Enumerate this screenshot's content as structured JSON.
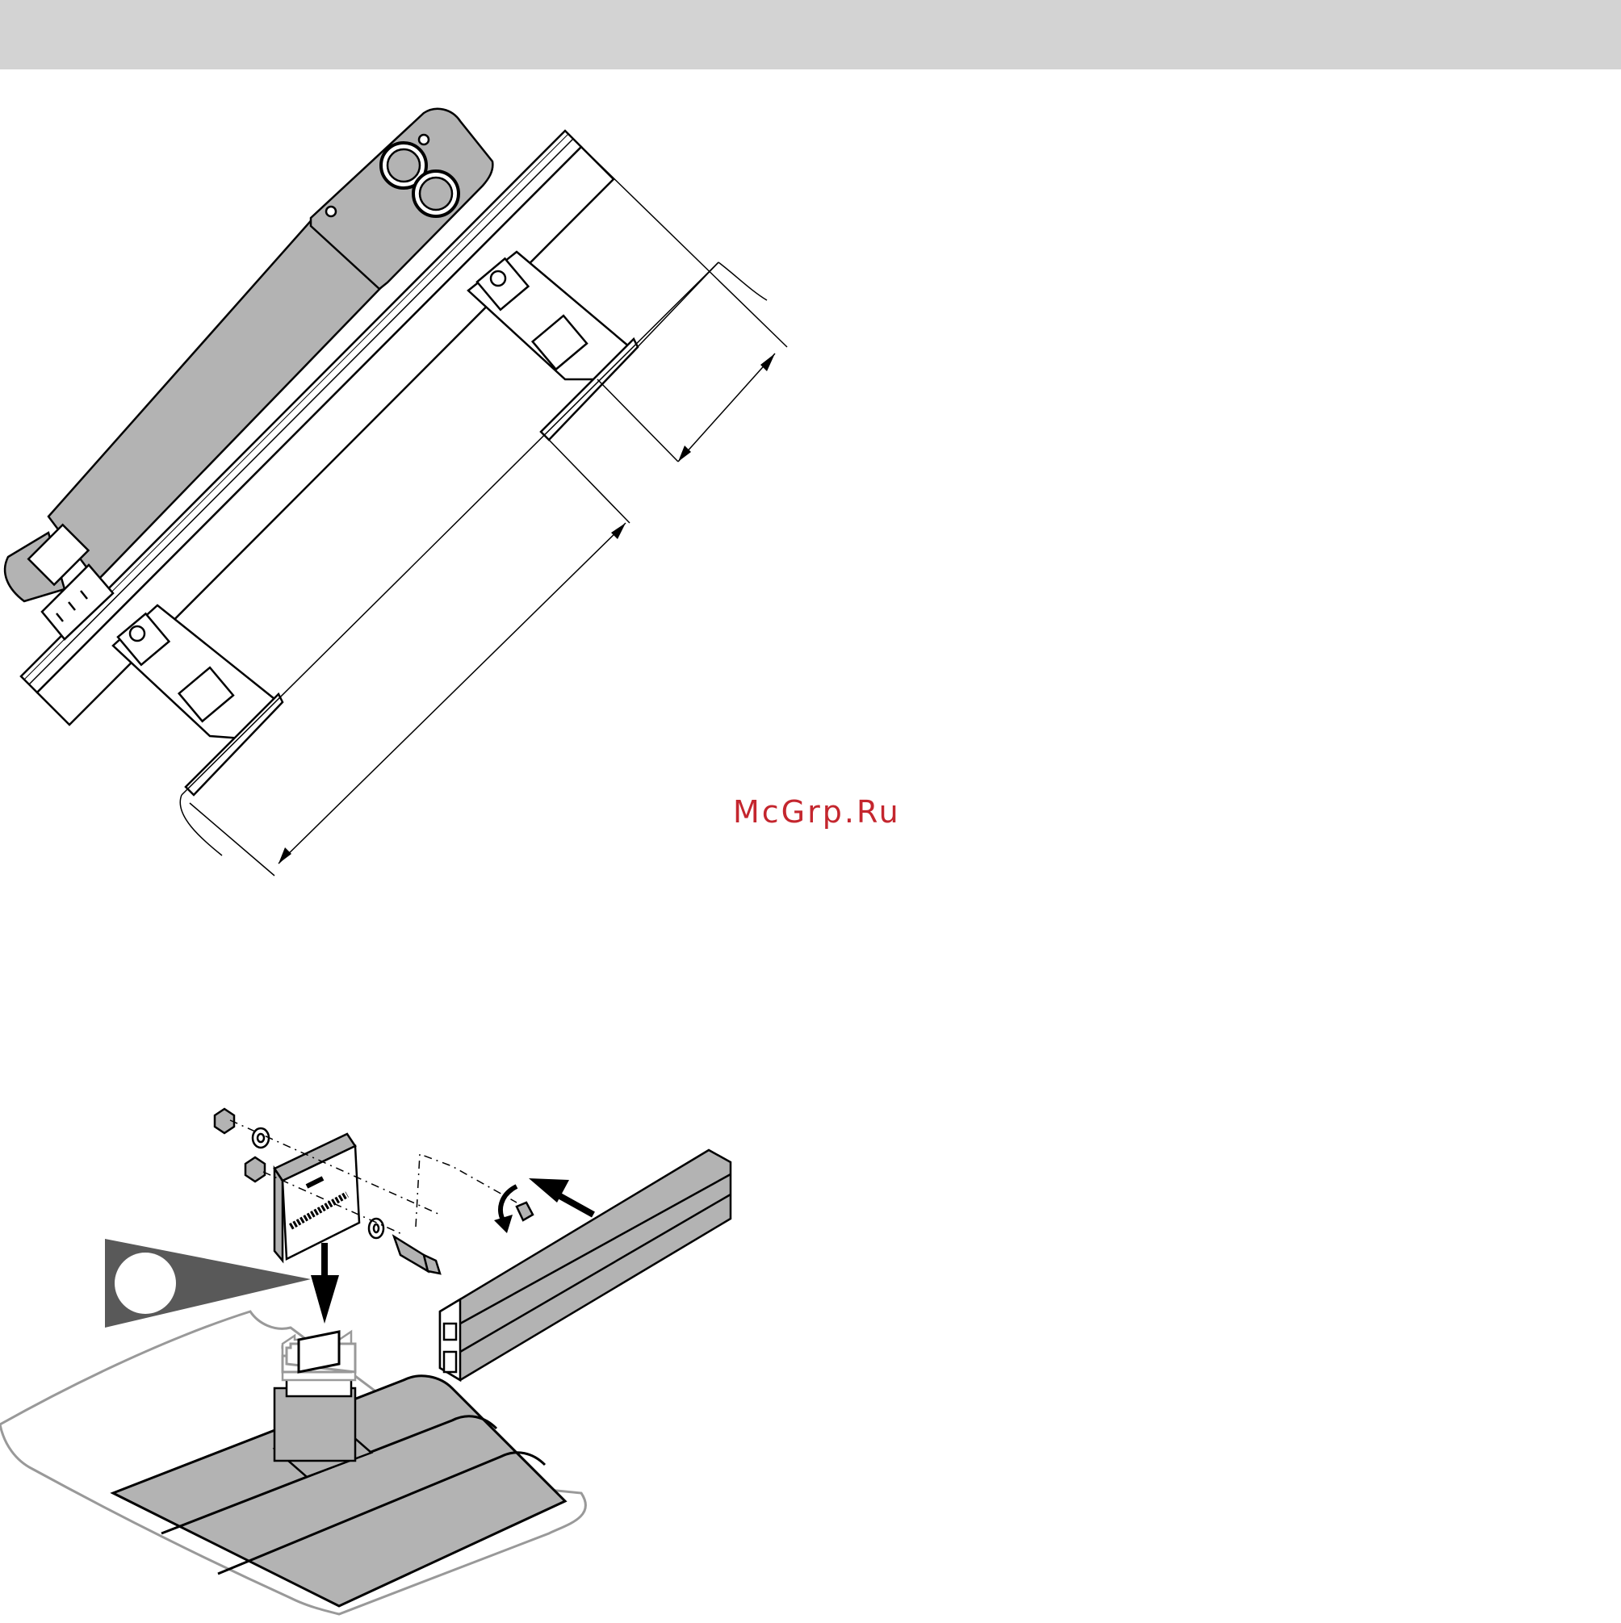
{
  "header": {},
  "watermark": {
    "text": "McGrp.Ru",
    "color": "#c4262e"
  },
  "figures": [
    {
      "name": "mounting-rail-with-collector",
      "icons": [
        "collector-tube-icon",
        "roof-bracket-icon",
        "dimension-arrow-icon"
      ]
    },
    {
      "name": "roof-hook-assembly",
      "icons": [
        "nut-icon",
        "washer-icon",
        "bolt-icon",
        "rail-profile-icon",
        "roof-tile-icon",
        "arrow-icon",
        "rotate-arrow-icon",
        "viewpoint-marker-icon"
      ]
    }
  ],
  "colors": {
    "header_bg": "#d3d3d3",
    "part_fill": "#b3b3b3",
    "line": "#000000",
    "tile_outline": "#999999",
    "viewpoint": "#595959"
  }
}
